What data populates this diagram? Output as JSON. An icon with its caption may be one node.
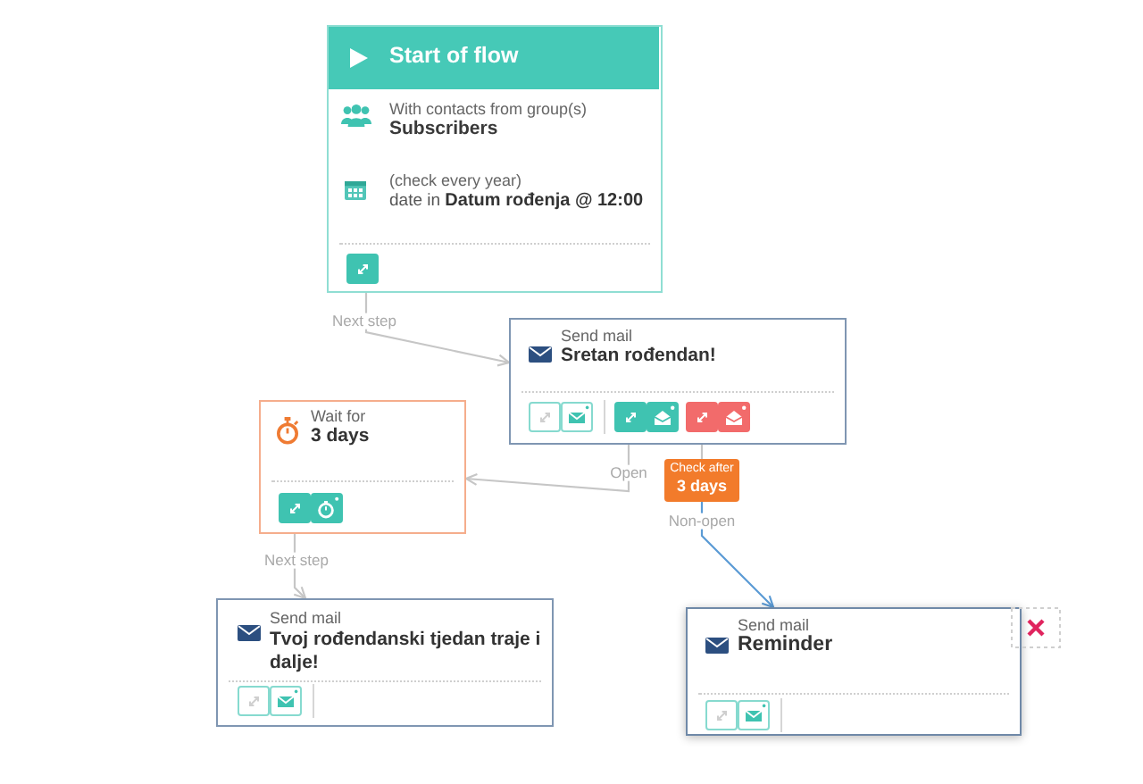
{
  "diagram": {
    "nodes": [
      {
        "text": [
          "Start of flow",
          "With contacts from group(s)",
          "Subscribers",
          "(check every year)",
          "date in **Datum rođenja @ 12:00**"
        ]
      },
      {
        "text": [
          "Send mail",
          "Sretan rođendan!"
        ]
      },
      {
        "text": [
          "Wait for",
          "3 days"
        ]
      },
      {
        "text": [
          "Check after",
          "3 days"
        ]
      },
      {
        "text": [
          "Send mail",
          "Tvoj rođendanski tjedan traje i dalje!"
        ]
      },
      {
        "text": [
          "Send mail",
          "Reminder"
        ]
      }
    ],
    "edges": [
      {
        "from": 0,
        "to": 1,
        "arrow": "to",
        "label": "Next step"
      },
      {
        "from": 1,
        "to": 2,
        "arrow": "to",
        "label": "Open"
      },
      {
        "from": 1,
        "to": 3,
        "arrow": "none"
      },
      {
        "from": 3,
        "to": 5,
        "arrow": "to",
        "label": "Non-open",
        "color": "#5b9bd5"
      },
      {
        "from": 2,
        "to": 4,
        "arrow": "to",
        "label": "Next step"
      }
    ]
  }
}
